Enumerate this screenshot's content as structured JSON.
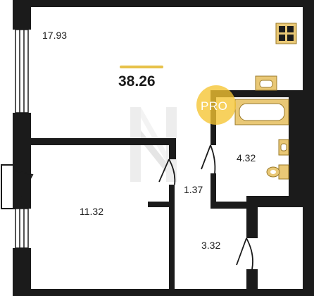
{
  "plan": {
    "total_area": "38.26",
    "badge_text": "PRO",
    "rooms": [
      {
        "name": "room-living",
        "area": "17.93"
      },
      {
        "name": "room-bedroom",
        "area": "11.32"
      },
      {
        "name": "room-bathroom",
        "area": "4.32"
      },
      {
        "name": "room-hall",
        "area": "1.37"
      },
      {
        "name": "room-corridor",
        "area": "3.32"
      }
    ]
  },
  "colors": {
    "wall": "#1b1b1b",
    "fixture": "#e9c876",
    "fixture_stroke": "#9a7a2a",
    "accent": "#e7c24a",
    "badge": "#f5c431"
  },
  "icons": [
    "grid-icon",
    "sink-icon",
    "bathtub-icon",
    "toilet-icon",
    "watermark-logo-icon"
  ]
}
